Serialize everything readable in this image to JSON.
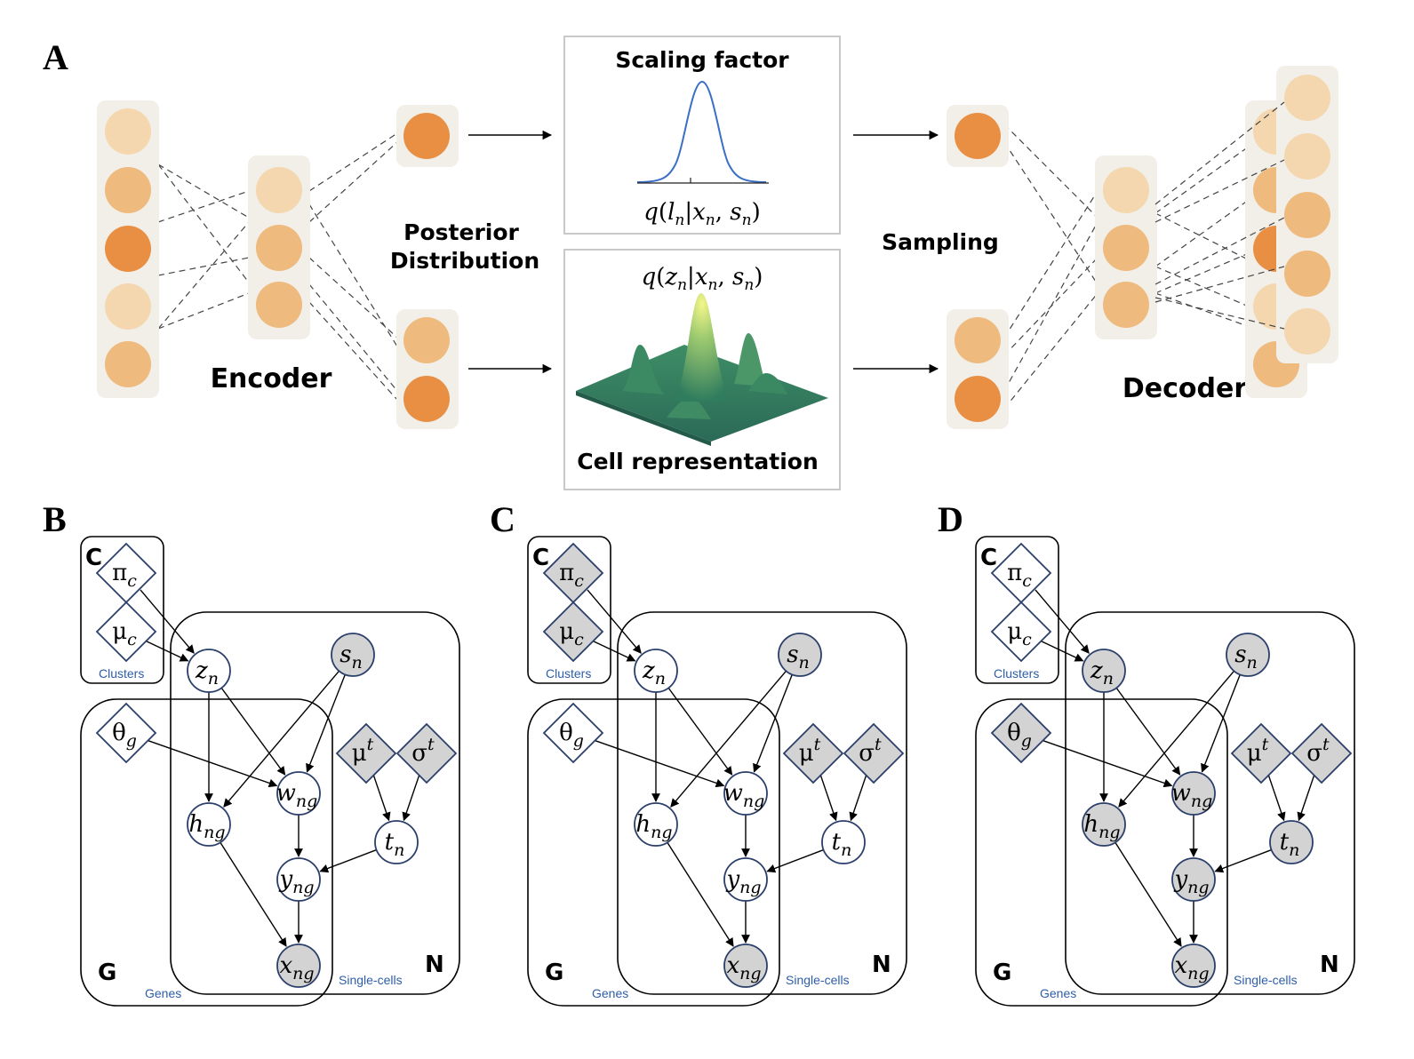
{
  "panel_a": {
    "letter": "A",
    "encoder_label": "Encoder",
    "decoder_label": "Decoder",
    "posterior_label_1": "Posterior",
    "posterior_label_2": "Distribution",
    "sampling_label": "Sampling",
    "scaling_title": "Scaling factor",
    "scaling_formula": "q(l",
    "cell_title": "Cell representation",
    "colors": {
      "light": "#f4d7ae",
      "medium": "#efba7e",
      "dark": "#e88f44",
      "box": "#f1efe8",
      "gaussian": "#3a6fc4",
      "surface_base": "#2f7c5e",
      "surface_peak": "#f2f585"
    },
    "formulas": {
      "scaling_q": "q",
      "scaling_l": "l",
      "scaling_n": "n",
      "scaling_x": "x",
      "scaling_s": "s",
      "cell_z": "z"
    }
  },
  "panels": [
    {
      "letter": "B",
      "plate_c": "C",
      "plate_g": "G",
      "plate_n": "N",
      "clusters": "Clusters",
      "genes": "Genes",
      "single_cells": "Single-cells",
      "shaded": {
        "pi": false,
        "mu": false,
        "z": false,
        "s": true,
        "theta": false,
        "mut": true,
        "sigmat": true,
        "h": false,
        "w": false,
        "t": false,
        "y": false,
        "x": true
      }
    },
    {
      "letter": "C",
      "plate_c": "C",
      "plate_g": "G",
      "plate_n": "N",
      "clusters": "Clusters",
      "genes": "Genes",
      "single_cells": "Single-cells",
      "shaded": {
        "pi": true,
        "mu": true,
        "z": false,
        "s": true,
        "theta": false,
        "mut": true,
        "sigmat": true,
        "h": false,
        "w": false,
        "t": false,
        "y": false,
        "x": true
      }
    },
    {
      "letter": "D",
      "plate_c": "C",
      "plate_g": "G",
      "plate_n": "N",
      "clusters": "Clusters",
      "genes": "Genes",
      "single_cells": "Single-cells",
      "shaded": {
        "pi": false,
        "mu": false,
        "z": true,
        "s": true,
        "theta": true,
        "mut": true,
        "sigmat": true,
        "h": true,
        "w": true,
        "t": true,
        "y": true,
        "x": true
      }
    }
  ],
  "node_symbols": {
    "pi": "π",
    "pi_sub": "c",
    "mu": "μ",
    "mu_sub": "c",
    "z": "z",
    "z_sub": "n",
    "s": "s",
    "s_sub": "n",
    "theta": "θ",
    "theta_sub": "g",
    "mut": "μ",
    "mut_sup": "t",
    "sigmat": "σ",
    "sigmat_sup": "t",
    "h": "h",
    "h_sub": "ng",
    "w": "w",
    "w_sub": "ng",
    "t": "t",
    "t_sub": "n",
    "y": "y",
    "y_sub": "ng",
    "x": "x",
    "x_sub": "ng"
  },
  "node_colors": {
    "shaded": "#d3d3d3",
    "open": "#ffffff"
  }
}
